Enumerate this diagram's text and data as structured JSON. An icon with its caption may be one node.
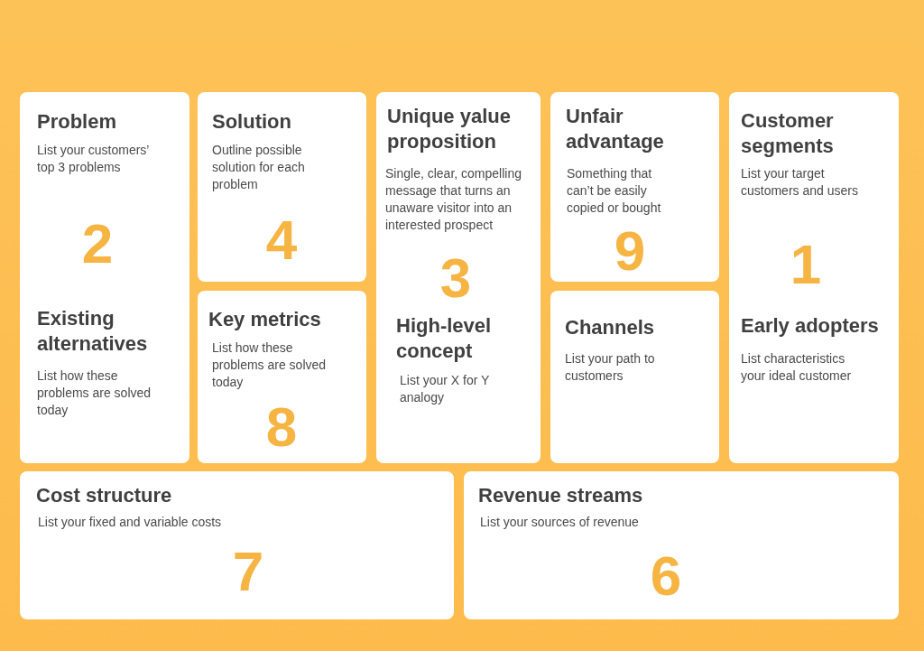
{
  "diagram": {
    "nodes": [
      {
        "text": [
          "Problem",
          "List your customers’ top 3 problems",
          "2",
          "Existing alternatives",
          "List how these problems are solved today"
        ]
      },
      {
        "text": [
          "Solution",
          "Outline possible solution for each problem",
          "4"
        ]
      },
      {
        "text": [
          "Key metrics",
          "List how these problems are solved today",
          "8"
        ]
      },
      {
        "text": [
          "Unique yalue proposition",
          "Single, clear, compelling message that turns an unaware visitor into an interested prospect",
          "3",
          "High-level concept",
          "List your X for Y analogy"
        ]
      },
      {
        "text": [
          "Unfair advantage",
          "Something that can’t be easily copied or bought",
          "9"
        ]
      },
      {
        "text": [
          "Channels",
          "List your path to customers"
        ]
      },
      {
        "text": [
          "Customer segments",
          "List your target customers and users",
          "1",
          "Early adopters",
          "List characteristics your ideal customer"
        ]
      },
      {
        "text": [
          "Cost structure",
          "List your fixed and variable costs",
          "7"
        ]
      },
      {
        "text": [
          "Revenue streams",
          "List your sources of revenue",
          "6"
        ]
      }
    ]
  }
}
